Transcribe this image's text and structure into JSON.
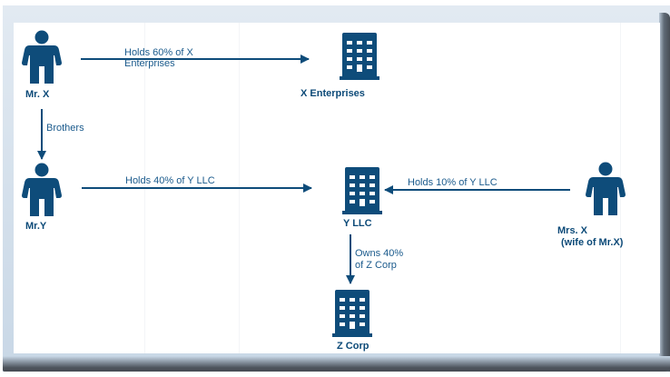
{
  "colors": {
    "primary": "#0e4c7a",
    "frame_light": "#c8d7e6",
    "frame_dark": "#474c53"
  },
  "nodes": [
    {
      "id": "mr-x",
      "label": "Mr. X",
      "icon": "person-icon"
    },
    {
      "id": "x-enterprises",
      "label": "X Enterprises",
      "icon": "building-icon"
    },
    {
      "id": "mr-y",
      "label": "Mr.Y",
      "icon": "person-icon"
    },
    {
      "id": "y-llc",
      "label": "Y LLC",
      "icon": "building-icon"
    },
    {
      "id": "mrs-x",
      "label": "Mrs. X",
      "sublabel": "(wife of  Mr.X)",
      "icon": "person-icon"
    },
    {
      "id": "z-corp",
      "label": "Z Corp",
      "icon": "building-icon"
    }
  ],
  "edges": [
    {
      "from": "mr-x",
      "to": "x-enterprises",
      "line1": "Holds 60% of X",
      "line2": "Enterprises"
    },
    {
      "from": "mr-x",
      "to": "mr-y",
      "line1": "Brothers"
    },
    {
      "from": "mr-y",
      "to": "y-llc",
      "line1": "Holds 40% of Y LLC"
    },
    {
      "from": "mrs-x",
      "to": "y-llc",
      "line1": "Holds 10% of Y LLC"
    },
    {
      "from": "y-llc",
      "to": "z-corp",
      "line1": "Owns 40%",
      "line2": "of Z Corp"
    }
  ]
}
